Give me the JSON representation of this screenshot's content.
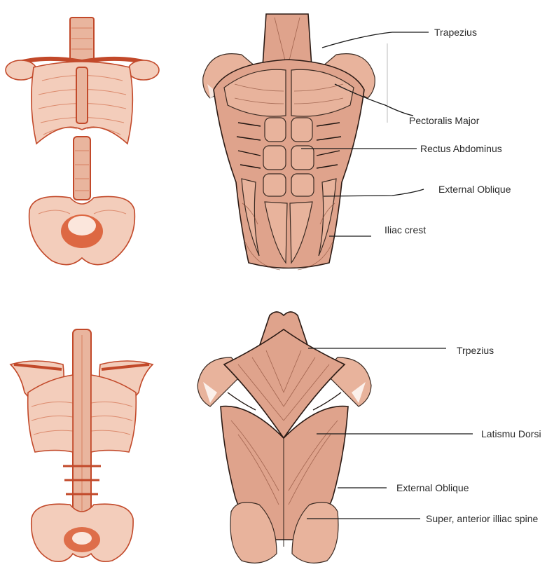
{
  "labels": {
    "front": {
      "trapezius": "Trapezius",
      "pectoralis_major": "Pectoralis Major",
      "rectus_abdominus": "Rectus Abdominus",
      "external_oblique": "External Oblique",
      "iliac_crest": "Iliac crest"
    },
    "back": {
      "trapezius": "Trpezius",
      "latissimus_dorsi": "Latismu Dorsi",
      "external_oblique": "External Oblique",
      "iliac_spine": "Super, anterior illiac spine"
    }
  },
  "colors": {
    "skeleton_line": "#c2492a",
    "skeleton_fill": "#e9b59e",
    "muscle_fill": "#dfa38c",
    "outline": "#2b1a14",
    "label_text": "#2a2a2a"
  }
}
